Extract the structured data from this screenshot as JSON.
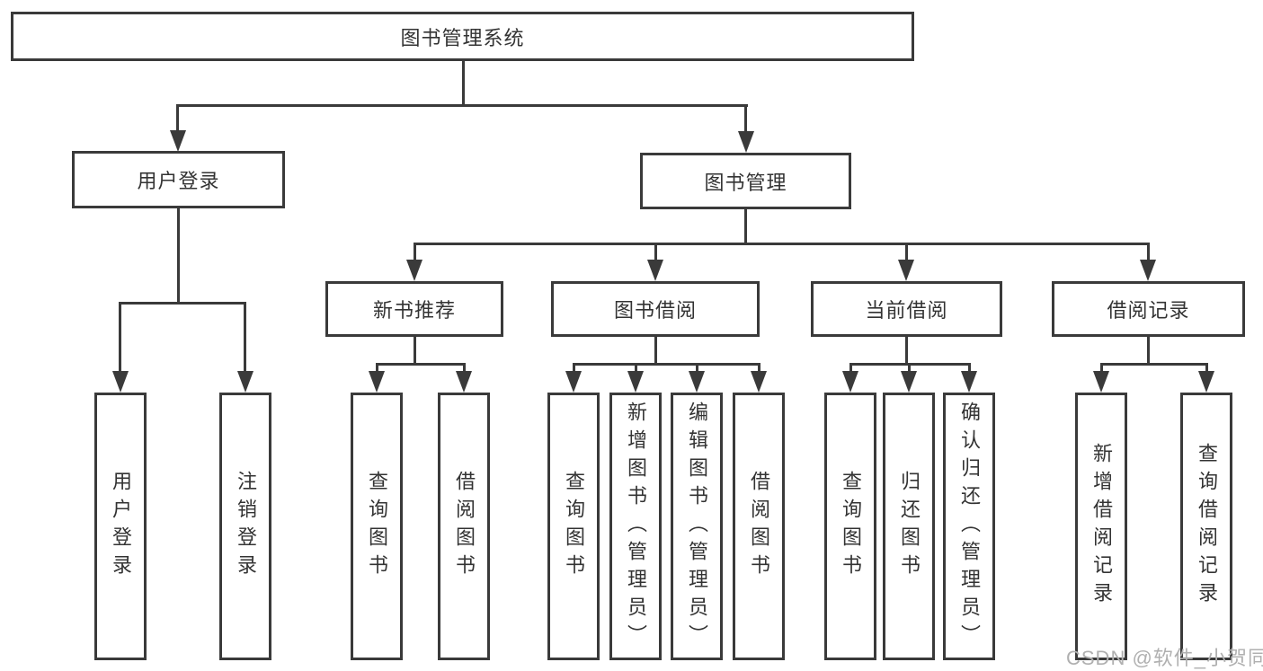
{
  "tree": {
    "root": {
      "label": "图书管理系统",
      "children": [
        {
          "label": "用户登录",
          "children": [
            {
              "label": "用户登录"
            },
            {
              "label": "注销登录"
            }
          ]
        },
        {
          "label": "图书管理",
          "children": [
            {
              "label": "新书推荐",
              "children": [
                {
                  "label": "查询图书"
                },
                {
                  "label": "借阅图书"
                }
              ]
            },
            {
              "label": "图书借阅",
              "children": [
                {
                  "label": "查询图书"
                },
                {
                  "label": "新增图书（管理员）"
                },
                {
                  "label": "编辑图书（管理员）"
                },
                {
                  "label": "借阅图书"
                }
              ]
            },
            {
              "label": "当前借阅",
              "children": [
                {
                  "label": "查询图书"
                },
                {
                  "label": "归还图书"
                },
                {
                  "label": "确认归还（管理员）"
                }
              ]
            },
            {
              "label": "借阅记录",
              "children": [
                {
                  "label": "新增借阅记录"
                },
                {
                  "label": "查询借阅记录"
                }
              ]
            }
          ]
        }
      ]
    }
  },
  "watermark": {
    "text": "CSDN @软件_小贺同学"
  },
  "colors": {
    "line": "#3a3a3a",
    "text": "#333333",
    "background": "#ffffff",
    "watermark": "#b0b0b0"
  }
}
